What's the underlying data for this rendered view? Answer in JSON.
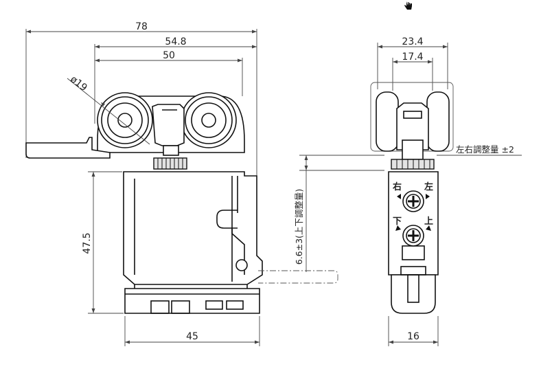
{
  "dimensions": {
    "overall_width": "78",
    "body_width": "54.8",
    "wheel_span": "50",
    "wheel_diameter": "ø19",
    "height": "47.5",
    "base_width": "45",
    "side_outer_width": "23.4",
    "side_inner_width": "17.4",
    "side_base_width": "16",
    "lateral_adjust": "左右調整量 ±2",
    "vertical_adjust": "6.6±3(上下調整量)"
  },
  "labels": {
    "right": "右",
    "left": "左",
    "down": "下",
    "up": "上"
  },
  "icons": {
    "cursor": "hand-cursor-icon"
  }
}
